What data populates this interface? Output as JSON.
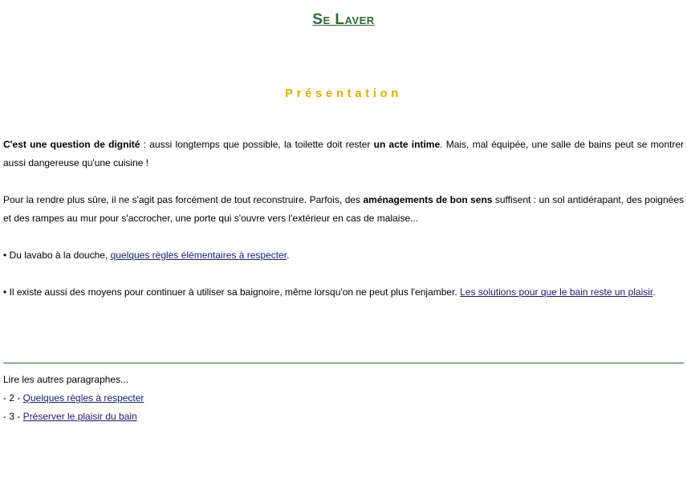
{
  "title": "Se Laver",
  "subtitle": "Présentation",
  "paragraph1": {
    "bold1": "C'est une question de dignité",
    "text1": " : aussi longtemps que possible, la toilette doit rester ",
    "bold2": "un acte intime",
    "text2": ". Mais, mal équipée, une salle de bains peut se montrer aussi dangereuse qu'une cuisine !"
  },
  "paragraph2": {
    "text1": "Pour la rendre plus sûre, il ne s'agit pas forcément de tout reconstruire. Parfois, des ",
    "bold1": "aménagements de bon sens",
    "text2": " suffisent : un sol antidérapant, des poignées et des rampes au mur pour s'accrocher, une porte qui s'ouvre vers l'extérieur en cas de malaise..."
  },
  "paragraph3": {
    "text1": "• Du lavabo à la douche, ",
    "link": "quelques règles élémentaires à respecter",
    "text2": "."
  },
  "paragraph4": {
    "text1": "• Il existe aussi des moyens pour continuer à utiliser sa baignoire, même lorsqu'on ne peut plus l'enjamber. ",
    "link": "Les solutions pour que le bain reste un plaisir",
    "text2": "."
  },
  "more": {
    "intro": "Lire les autres paragraphes...",
    "items": [
      {
        "prefix": "- 2 - ",
        "link": "Quelques règles à respecter"
      },
      {
        "prefix": "- 3 - ",
        "link": "Préserver le plaisir du bain"
      }
    ]
  },
  "colors": {
    "title": "#2f6b35",
    "subtitle": "#e0ae00",
    "link": "#1a1a6e",
    "rule": "#2f6b35"
  }
}
